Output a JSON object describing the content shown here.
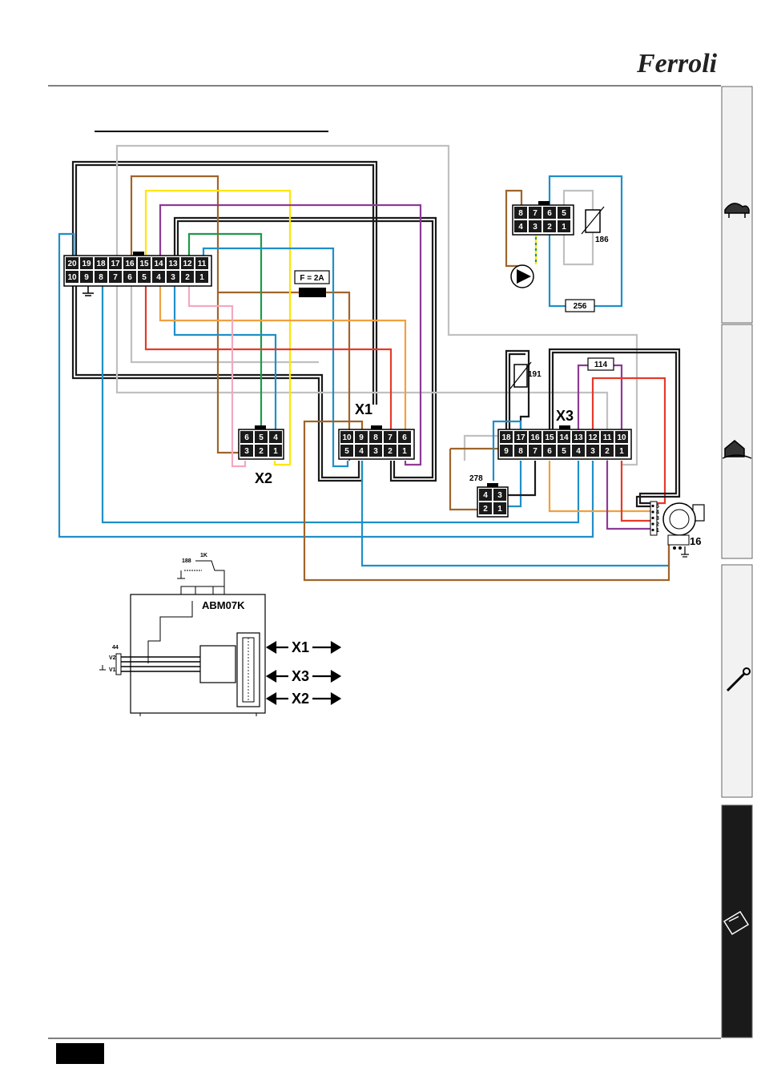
{
  "header": {
    "logo": "Ferroli"
  },
  "connectors": {
    "main": {
      "top": [
        "20",
        "19",
        "18",
        "17",
        "16",
        "15",
        "14",
        "13",
        "12",
        "11"
      ],
      "bottom": [
        "10",
        "9",
        "8",
        "7",
        "6",
        "5",
        "4",
        "3",
        "2",
        "1"
      ]
    },
    "x1": {
      "label": "X1",
      "top": [
        "10",
        "9",
        "8",
        "7",
        "6"
      ],
      "bottom": [
        "5",
        "4",
        "3",
        "2",
        "1"
      ]
    },
    "x2": {
      "label": "X2",
      "top": [
        "6",
        "5",
        "4"
      ],
      "bottom": [
        "3",
        "2",
        "1"
      ]
    },
    "x3": {
      "label": "X3",
      "top": [
        "18",
        "17",
        "16",
        "15",
        "14",
        "13",
        "12",
        "11",
        "10"
      ],
      "bottom": [
        "9",
        "8",
        "7",
        "6",
        "5",
        "4",
        "3",
        "2",
        "1"
      ]
    },
    "pump": {
      "top": [
        "8",
        "7",
        "6",
        "5"
      ],
      "bottom": [
        "4",
        "3",
        "2",
        "1"
      ]
    },
    "c278": {
      "label": "278",
      "top": [
        "4",
        "3"
      ],
      "bottom": [
        "2",
        "1"
      ]
    }
  },
  "components": {
    "fuse": "F = 2A",
    "c186": "186",
    "c256": "256",
    "c114": "114",
    "c191": "191",
    "c16": "16",
    "fan_pins": [
      "5",
      "4",
      "3",
      "2",
      "1"
    ],
    "module": "ABM07K",
    "c188": "188",
    "r1k": "1K",
    "c44": "44",
    "v2": "V2",
    "v1": "V1"
  },
  "arrows": [
    "X1",
    "X3",
    "X2"
  ],
  "colors": {
    "black": "#1a1a1a",
    "gray": "#c0c0c0",
    "brown": "#a0642a",
    "yellow": "#ffe600",
    "purple": "#8e3a96",
    "blue": "#1f8fc9",
    "green": "#1e9a4a",
    "red": "#e53a2a",
    "orange": "#f0a040",
    "pink": "#f4a8c0",
    "tab_dark": "#1a1a1a",
    "tab_light": "#f2f2f2"
  },
  "side_tabs": [
    "user-icon",
    "installer-icon",
    "service-icon",
    "technical-data-icon"
  ]
}
